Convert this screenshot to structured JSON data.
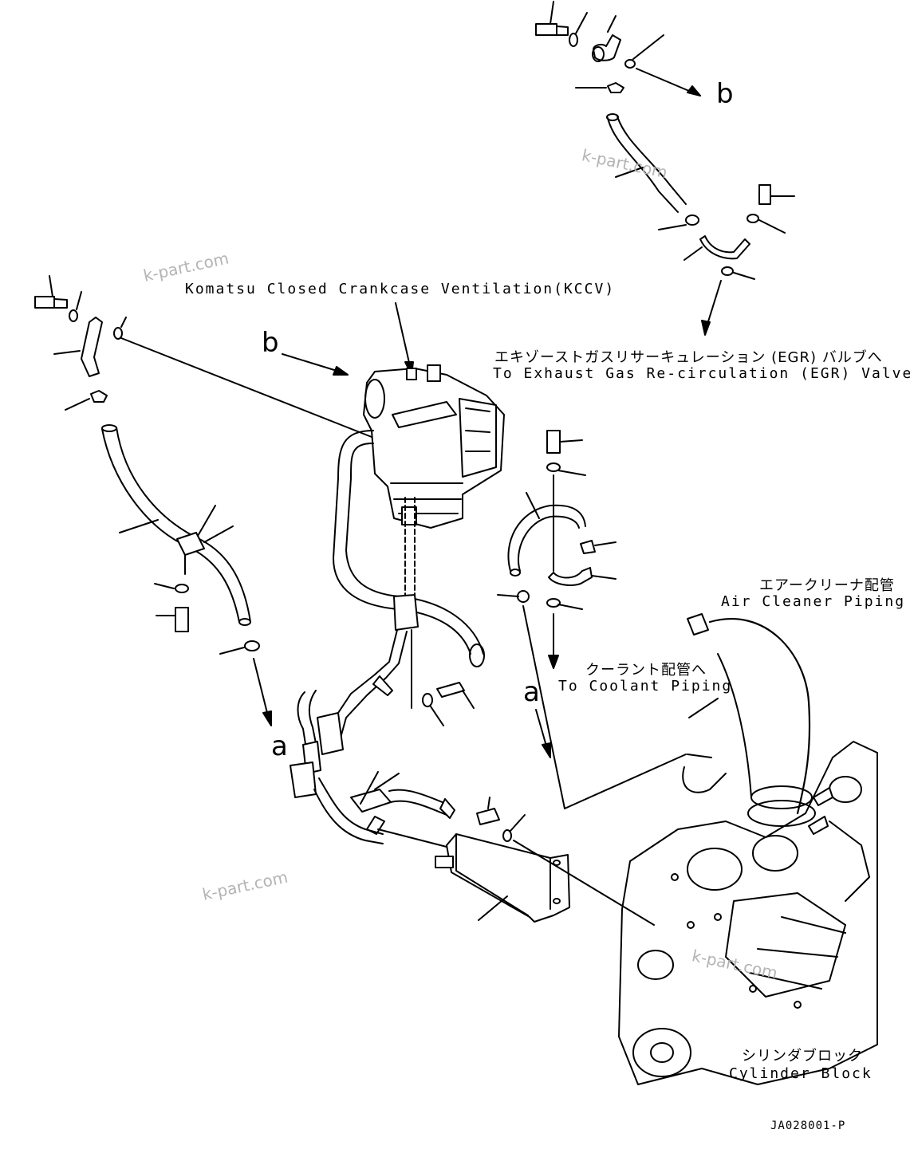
{
  "labels": {
    "kccv": "Komatsu Closed Crankcase Ventilation(KCCV)",
    "egr_jp": "エキゾーストガスリサーキュレーション (EGR) バルブへ",
    "egr_en": "To Exhaust Gas Re-circulation (EGR) Valve",
    "air_jp": "エアークリーナ配管",
    "air_en": "Air Cleaner Piping",
    "coolant_jp": "クーラント配管へ",
    "coolant_en": "To Coolant Piping",
    "block_jp": "シリンダブロック",
    "block_en": "Cylinder Block"
  },
  "reference_letters": {
    "b_top": "b",
    "b_left": "b",
    "a_left": "a",
    "a_center": "a"
  },
  "watermark": "k-part.com",
  "drawing_code": "JA028001-P",
  "colors": {
    "line": "#000000",
    "watermark": "#b4b4b4",
    "background": "#ffffff"
  }
}
